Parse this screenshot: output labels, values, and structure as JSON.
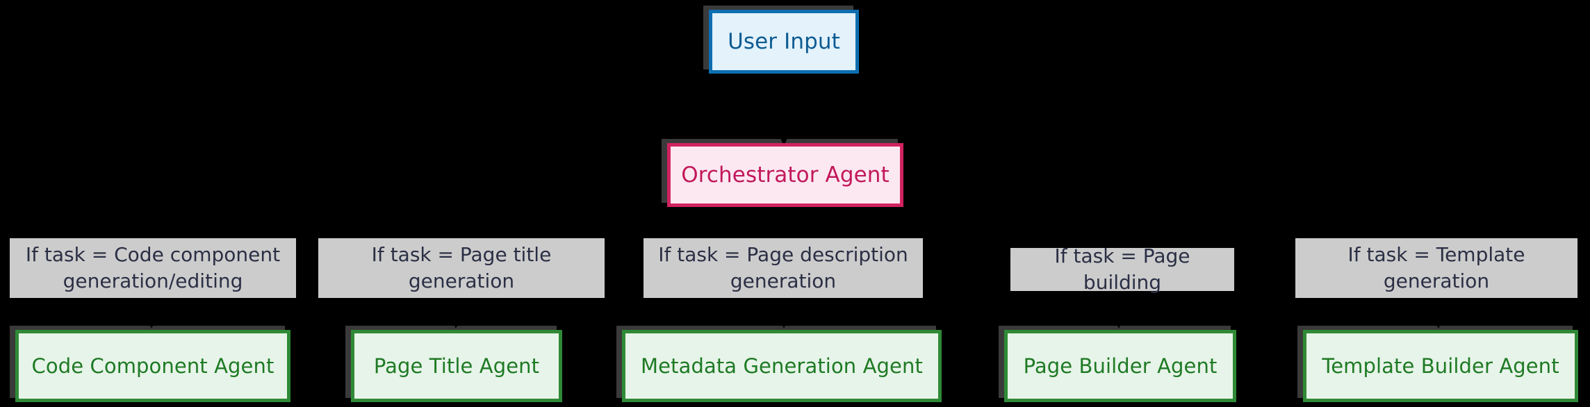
{
  "diagram": {
    "type": "flowchart",
    "direction": "top-down",
    "background": "#000000",
    "nodes": {
      "start": {
        "id": "user-input",
        "label": "User Input",
        "fill": "#e3f2fb",
        "stroke": "#0d6eb0",
        "text_color": "#0d5b92"
      },
      "orchestrator": {
        "id": "orchestrator-agent",
        "label": "Orchestrator Agent",
        "fill": "#fce8f1",
        "stroke": "#d1225f",
        "text_color": "#c2185b"
      },
      "agents": [
        {
          "id": "code-component-agent",
          "label": "Code Component Agent",
          "fill": "#e7f4e9",
          "stroke": "#2f8a36",
          "text_color": "#1e7a24"
        },
        {
          "id": "page-title-agent",
          "label": "Page Title Agent",
          "fill": "#e7f4e9",
          "stroke": "#2f8a36",
          "text_color": "#1e7a24"
        },
        {
          "id": "metadata-generation-agent",
          "label": "Metadata Generation Agent",
          "fill": "#e7f4e9",
          "stroke": "#2f8a36",
          "text_color": "#1e7a24"
        },
        {
          "id": "page-builder-agent",
          "label": "Page Builder Agent",
          "fill": "#e7f4e9",
          "stroke": "#2f8a36",
          "text_color": "#1e7a24"
        },
        {
          "id": "template-builder-agent",
          "label": "Template Builder Agent",
          "fill": "#e7f4e9",
          "stroke": "#2f8a36",
          "text_color": "#1e7a24"
        }
      ]
    },
    "edge_labels": [
      {
        "id": "edge-label-code-component",
        "line1": "If task = Code component",
        "line2": "generation/editing",
        "fill": "#cccccc",
        "text_color": "#2b2f45"
      },
      {
        "id": "edge-label-page-title",
        "line1": "If task = Page title",
        "line2": "generation",
        "fill": "#cccccc",
        "text_color": "#2b2f45"
      },
      {
        "id": "edge-label-page-description",
        "line1": "If task = Page description",
        "line2": "generation",
        "fill": "#cccccc",
        "text_color": "#2b2f45"
      },
      {
        "id": "edge-label-page-building",
        "line1": "If task = Page building",
        "line2": "",
        "fill": "#cccccc",
        "text_color": "#2b2f45"
      },
      {
        "id": "edge-label-template",
        "line1": "If task = Template",
        "line2": "generation",
        "fill": "#cccccc",
        "text_color": "#2b2f45"
      }
    ]
  }
}
